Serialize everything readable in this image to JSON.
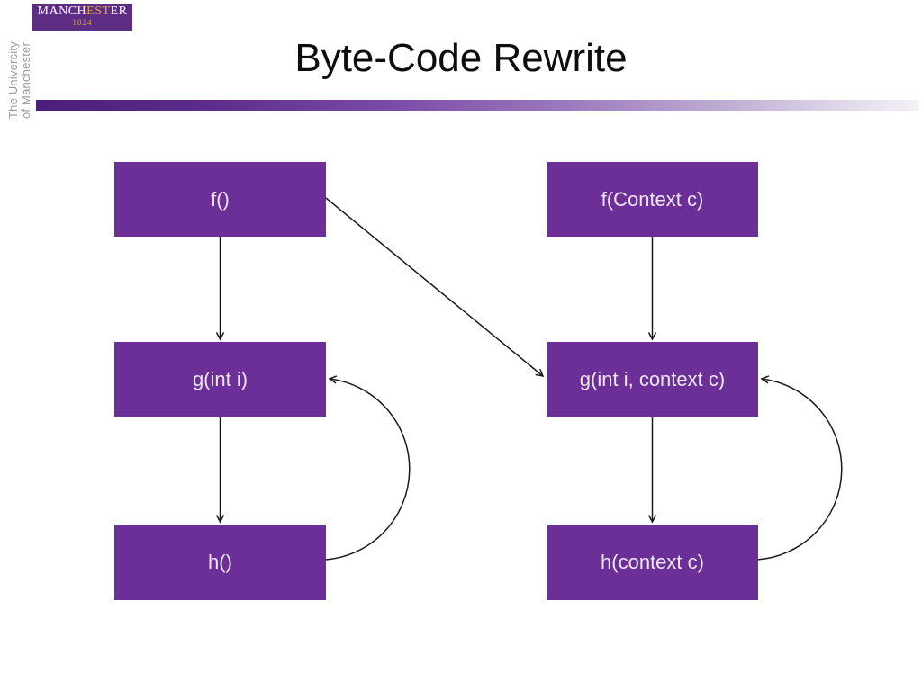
{
  "slide": {
    "title": "Byte-Code Rewrite"
  },
  "branding": {
    "logo": {
      "name_start": "MANCH",
      "name_highlight": "EST",
      "name_end": "ER",
      "year": "1824"
    },
    "university_line1": "The University",
    "university_line2": "of Manchester"
  },
  "colors": {
    "node_fill": "#6C2F97",
    "node_text": "#EDE7F3",
    "logo_background": "#5C2D83",
    "logo_gold": "#D9A43B",
    "title_text": "#0D0D0D",
    "university_text": "#9B9B9B",
    "arrow": "#1A1A1A",
    "bar_gradient_left": "#4A1E7A",
    "bar_gradient_right": "#F4F1F8"
  },
  "diagram": {
    "nodes": [
      {
        "id": "f-plain",
        "label": "f()",
        "column": "left",
        "row": 1
      },
      {
        "id": "g-plain",
        "label": "g(int i)",
        "column": "left",
        "row": 2
      },
      {
        "id": "h-plain",
        "label": "h()",
        "column": "left",
        "row": 3
      },
      {
        "id": "f-context",
        "label": "f(Context c)",
        "column": "right",
        "row": 1
      },
      {
        "id": "g-context",
        "label": "g(int i, context c)",
        "column": "right",
        "row": 2
      },
      {
        "id": "h-context",
        "label": "h(context c)",
        "column": "right",
        "row": 3
      }
    ],
    "edges": [
      {
        "from": "f()",
        "to": "g(int i)",
        "style": "straight-arrow"
      },
      {
        "from": "g(int i)",
        "to": "h()",
        "style": "straight-arrow"
      },
      {
        "from": "f()",
        "to": "g(int i, context c)",
        "style": "diagonal-arrow"
      },
      {
        "from": "h()",
        "to": "g(int i)",
        "style": "curved-arrow"
      },
      {
        "from": "f(Context c)",
        "to": "g(int i, context c)",
        "style": "straight-arrow"
      },
      {
        "from": "g(int i, context c)",
        "to": "h(context c)",
        "style": "straight-arrow"
      },
      {
        "from": "h(context c)",
        "to": "g(int i, context c)",
        "style": "curved-arrow"
      }
    ]
  }
}
